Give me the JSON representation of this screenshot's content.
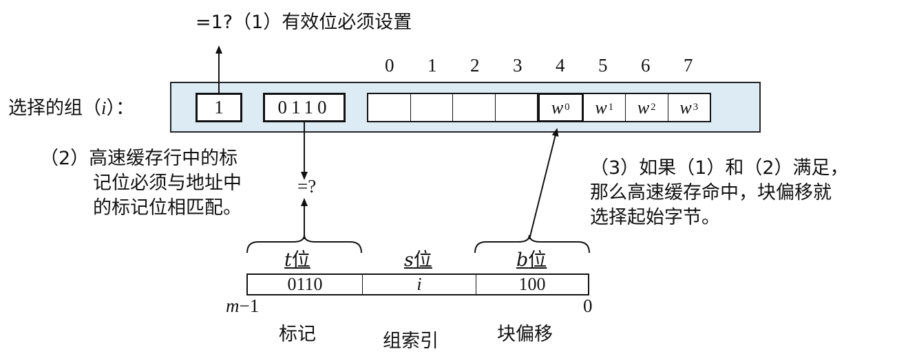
{
  "valid_check_label": "=1?（1）有效位必须设置",
  "set_label": "选择的组（",
  "set_label_i": "i",
  "set_label_end": "）：",
  "valid_bit": "1",
  "tag_value": "0110",
  "block_indices": [
    "0",
    "1",
    "2",
    "3",
    "4",
    "5",
    "6",
    "7"
  ],
  "words": [
    {
      "letter": "w",
      "sub": "0"
    },
    {
      "letter": "w",
      "sub": "1"
    },
    {
      "letter": "w",
      "sub": "2"
    },
    {
      "letter": "w",
      "sub": "3"
    }
  ],
  "note2_lines": [
    "（2）高速缓存行中的标",
    "记位必须与地址中",
    "的标记位相匹配。"
  ],
  "tag_compare": "=?",
  "note3_lines": [
    "（3）如果（1）和（2）满足，",
    "那么高速缓存命中，块偏移就",
    "选择起始字节。"
  ],
  "address": {
    "fields": [
      {
        "var": "t",
        "suffix": "位",
        "value": "0110",
        "name": "标记"
      },
      {
        "var": "s",
        "suffix": "位",
        "value": "i",
        "name": "组索引"
      },
      {
        "var": "b",
        "suffix": "位",
        "value": "100",
        "name": "块偏移"
      }
    ],
    "left_bit_m": "m",
    "left_bit_rest": "−1",
    "right_bit": "0"
  }
}
